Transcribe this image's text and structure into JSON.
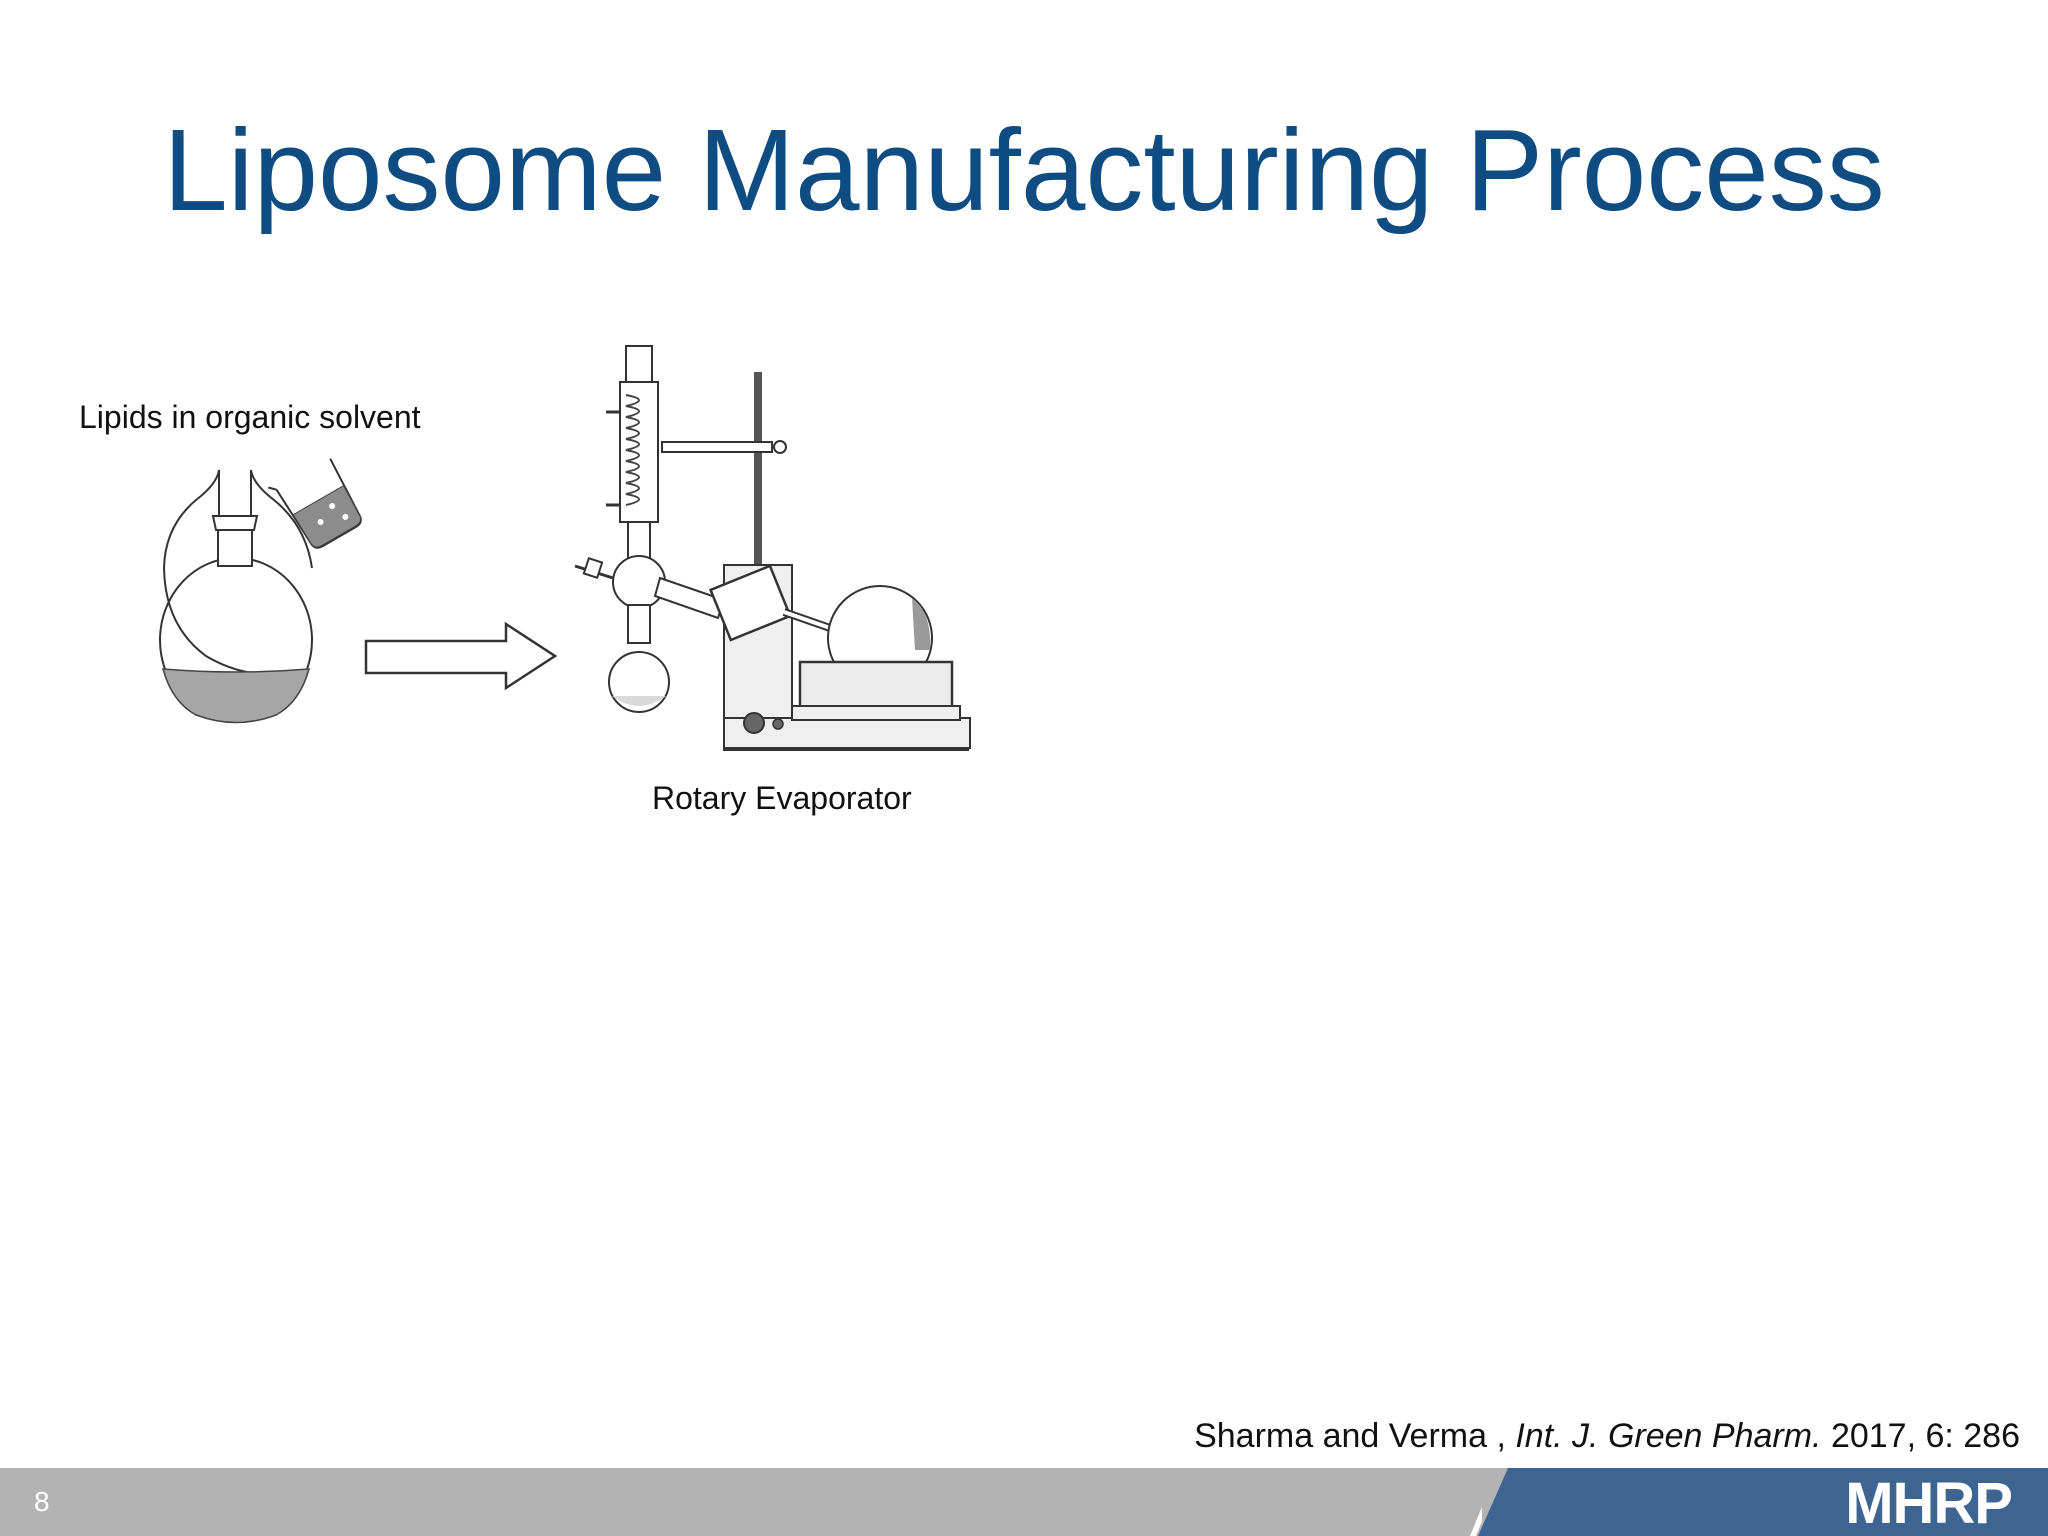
{
  "slide": {
    "title": "Liposome Manufacturing Process",
    "page_number": "8"
  },
  "diagram": {
    "label_lipids": "Lipids in organic solvent",
    "label_rotary": "Rotary Evaporator"
  },
  "citation": {
    "authors": "Sharma and Verma ,",
    "journal": "Int. J. Green Pharm.",
    "details": "2017, 6: 286"
  },
  "footer": {
    "brand": "MHRP"
  },
  "colors": {
    "title": "#0f4c81",
    "footer_gray": "#b3b3b3",
    "footer_blue": "#3e6592"
  },
  "icons": [
    "round-bottom-flask-icon",
    "beaker-icon",
    "arrow-right-icon",
    "rotary-evaporator-icon"
  ]
}
